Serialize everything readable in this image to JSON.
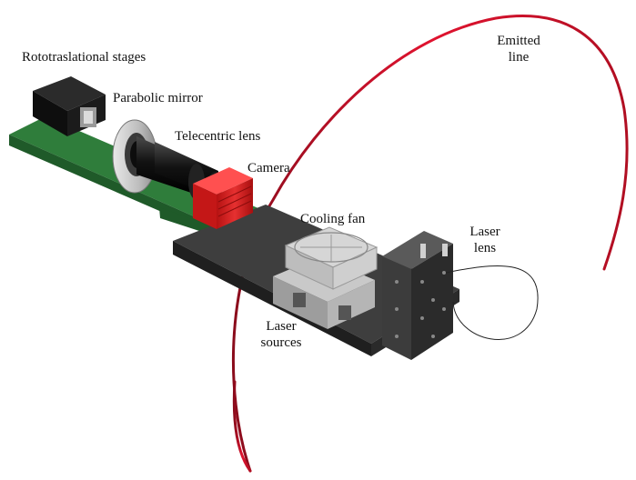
{
  "labels": {
    "rototraslational_stages": "Rototraslational stages",
    "parabolic_mirror": "Parabolic mirror",
    "telecentric_lens": "Telecentric lens",
    "camera": "Camera",
    "cooling_fan": "Cooling fan",
    "laser_lens_line1": "Laser",
    "laser_lens_line2": "lens",
    "laser_sources_line1": "Laser",
    "laser_sources_line2": "sources",
    "emitted_line_line1": "Emitted",
    "emitted_line_line2": "line"
  },
  "colors": {
    "board": "#2f7d3b",
    "rail": "#3a3a3a",
    "camera": "#d42020",
    "emitted_line": "#c8102e",
    "mirror": "#c9c9c9",
    "lens": "#161616",
    "stage_block": "#1a1a1a"
  }
}
